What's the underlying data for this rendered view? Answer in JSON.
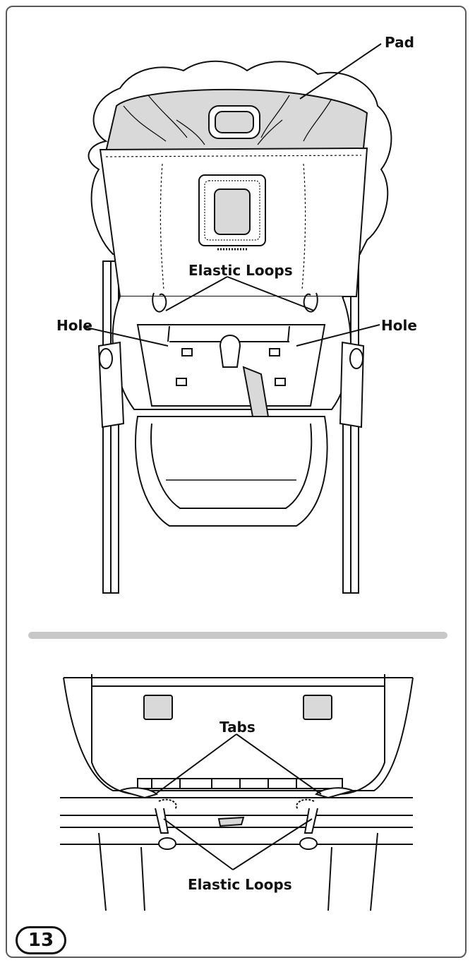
{
  "labels": {
    "pad": "Pad",
    "elastic_loops_top": "Elastic Loops",
    "hole_left": "Hole",
    "hole_right": "Hole",
    "tabs": "Tabs",
    "elastic_loops_bottom": "Elastic Loops"
  },
  "step_number": "13",
  "colors": {
    "line": "#111111",
    "pad_shade": "#d9d9d9",
    "separator": "#c8c8c8",
    "frame": "#5a5a5a"
  }
}
